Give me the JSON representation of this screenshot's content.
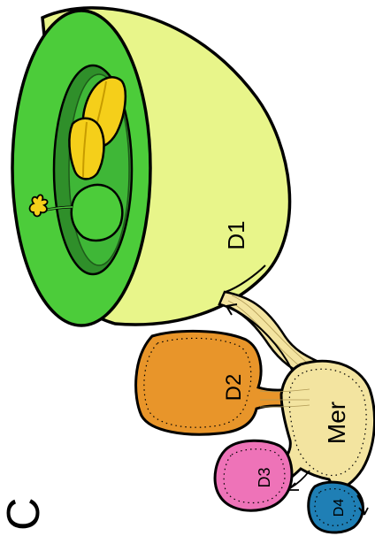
{
  "figure": {
    "corner_glyph": "C",
    "regions": {
      "d1": {
        "label": "D1",
        "color": "#e8f58a"
      },
      "d2": {
        "label": "D2",
        "color": "#e8952a"
      },
      "d3": {
        "label": "D3",
        "color": "#ee73b8"
      },
      "d4": {
        "label": "D4",
        "color": "#1f7fb5"
      },
      "mer": {
        "label": "Mer",
        "color": "#f3e4a0"
      }
    },
    "colors": {
      "cup_rim": "#4ccc3a",
      "cup_inner_dark": "#2f8f2a",
      "cup_inner_mid": "#3fb737",
      "anther_yellow": "#f5cf1a",
      "anther_dark": "#c79c00",
      "outline": "#000000"
    }
  }
}
